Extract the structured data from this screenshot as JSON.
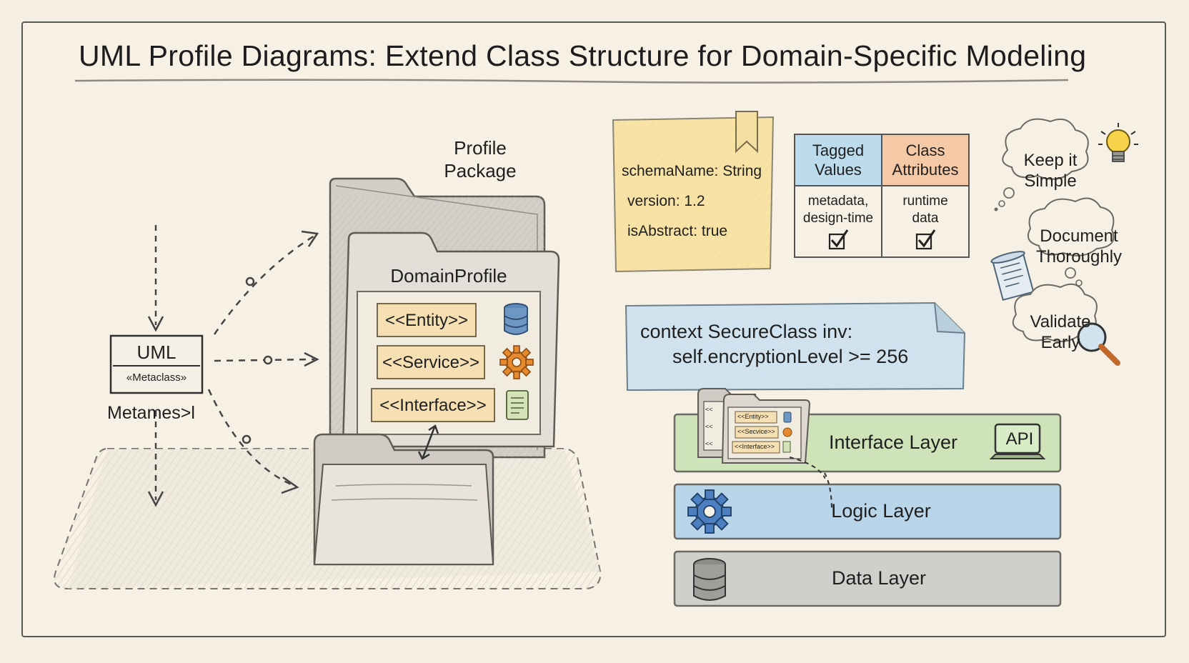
{
  "title": "UML Profile Diagrams: Extend Class Structure for Domain-Specific Modeling",
  "profile_package_label": [
    "Profile",
    "Package"
  ],
  "uml_box": {
    "name": "UML",
    "stereotype": "«Metaclass»"
  },
  "metaclass_caption": "Metames>l",
  "domain_profile": {
    "title": "DomainProfile",
    "stereotypes": [
      "<<Entity>>",
      "<<Service>>",
      "<<Interface>>"
    ]
  },
  "tagged_note": {
    "lines": [
      "schemaName: String",
      "version: 1.2",
      "isAbstract: true"
    ]
  },
  "compare_table": {
    "headers": [
      [
        "Tagged",
        "Values"
      ],
      [
        "Class",
        "Attributes"
      ]
    ],
    "cells": [
      [
        "metadata,",
        "design-time"
      ],
      [
        "runtime",
        "data"
      ]
    ],
    "header_colors": [
      "#bcdbec",
      "#f6c9a6"
    ]
  },
  "ocl_box": {
    "line1": "context SecureClass inv:",
    "line2": "self.encryptionLevel >= 256"
  },
  "mini_folder": {
    "stereotypes": [
      "<<Entity>>",
      "<<Secvice>>",
      "<<Interface>>"
    ],
    "back_fragments": [
      "<<",
      "<<",
      "<<"
    ]
  },
  "layers": [
    {
      "label": "Interface Layer",
      "color": "#cfe3b8",
      "icon": "api-monitor-icon",
      "icon_text": "API"
    },
    {
      "label": "Logic Layer",
      "color": "#b9d5ea",
      "icon": "gear-icon"
    },
    {
      "label": "Data Layer",
      "color": "#cfcfcc",
      "icon": "database-icon"
    }
  ],
  "tips": [
    {
      "line1": "Keep it",
      "line2": "Simple",
      "icon": "lightbulb-icon"
    },
    {
      "line1": "Document",
      "line2": "Thoroughly",
      "icon": "scroll-icon"
    },
    {
      "line1": "Validate",
      "line2": "Early",
      "icon": "magnifier-icon"
    }
  ]
}
